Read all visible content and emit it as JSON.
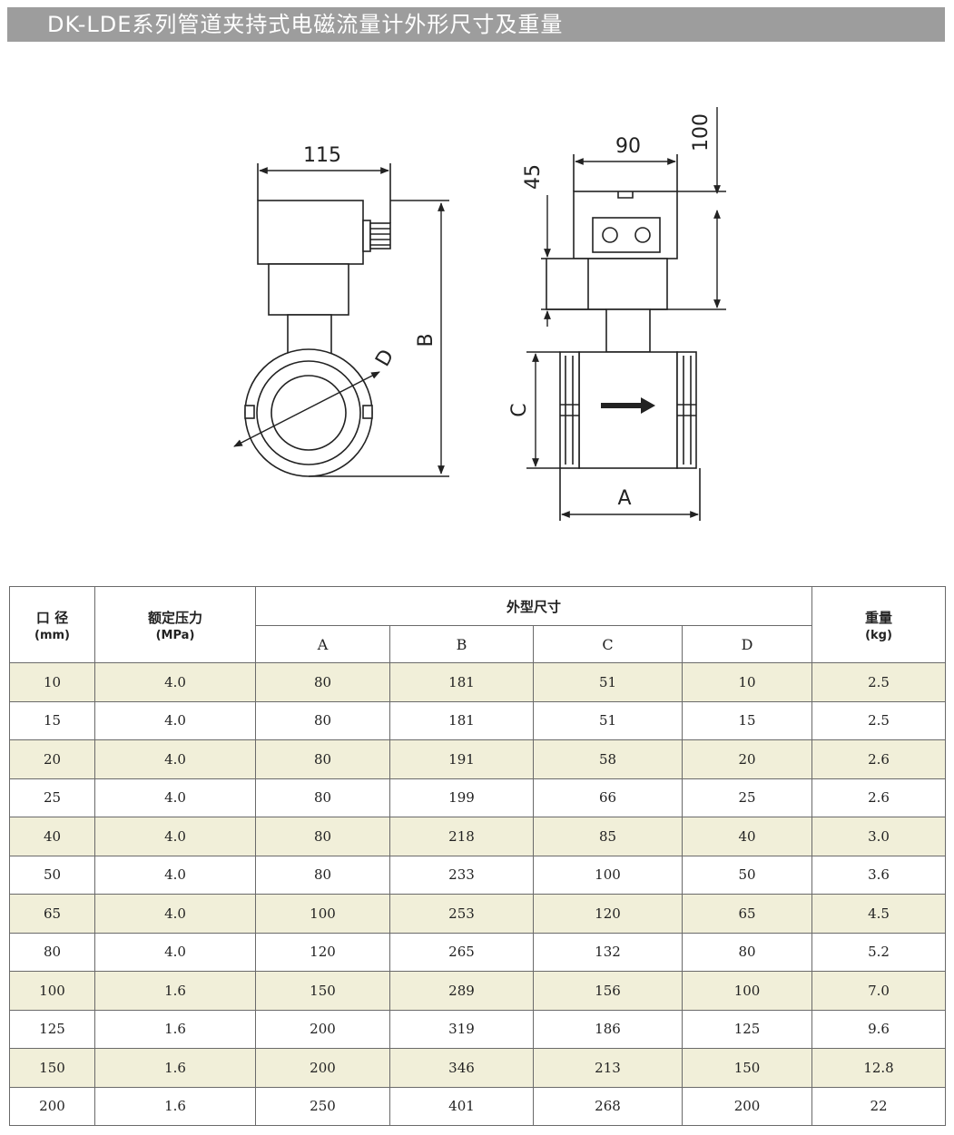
{
  "title": "DK-LDE系列管道夹持式电磁流量计外形尺寸及重量",
  "drawing": {
    "front_width_label": "115",
    "height_label_B": "B",
    "diameter_label_D": "D",
    "side_width_label": "90",
    "side_top_label": "45",
    "side_total_label": "100",
    "side_height_label_C": "C",
    "side_length_label_A": "A"
  },
  "table": {
    "headers": {
      "caliber": "口 径",
      "caliber_unit": "(mm)",
      "pressure": "额定压力",
      "pressure_unit": "(MPa)",
      "dimensions": "外型尺寸",
      "weight": "重量",
      "weight_unit": "(kg)"
    },
    "dim_columns": [
      "A",
      "B",
      "C",
      "D"
    ],
    "rows": [
      [
        "10",
        "4.0",
        "80",
        "181",
        "51",
        "10",
        "2.5"
      ],
      [
        "15",
        "4.0",
        "80",
        "181",
        "51",
        "15",
        "2.5"
      ],
      [
        "20",
        "4.0",
        "80",
        "191",
        "58",
        "20",
        "2.6"
      ],
      [
        "25",
        "4.0",
        "80",
        "199",
        "66",
        "25",
        "2.6"
      ],
      [
        "40",
        "4.0",
        "80",
        "218",
        "85",
        "40",
        "3.0"
      ],
      [
        "50",
        "4.0",
        "80",
        "233",
        "100",
        "50",
        "3.6"
      ],
      [
        "65",
        "4.0",
        "100",
        "253",
        "120",
        "65",
        "4.5"
      ],
      [
        "80",
        "4.0",
        "120",
        "265",
        "132",
        "80",
        "5.2"
      ],
      [
        "100",
        "1.6",
        "150",
        "289",
        "156",
        "100",
        "7.0"
      ],
      [
        "125",
        "1.6",
        "200",
        "319",
        "186",
        "125",
        "9.6"
      ],
      [
        "150",
        "1.6",
        "200",
        "346",
        "213",
        "150",
        "12.8"
      ],
      [
        "200",
        "1.6",
        "250",
        "401",
        "268",
        "200",
        "22"
      ]
    ]
  }
}
